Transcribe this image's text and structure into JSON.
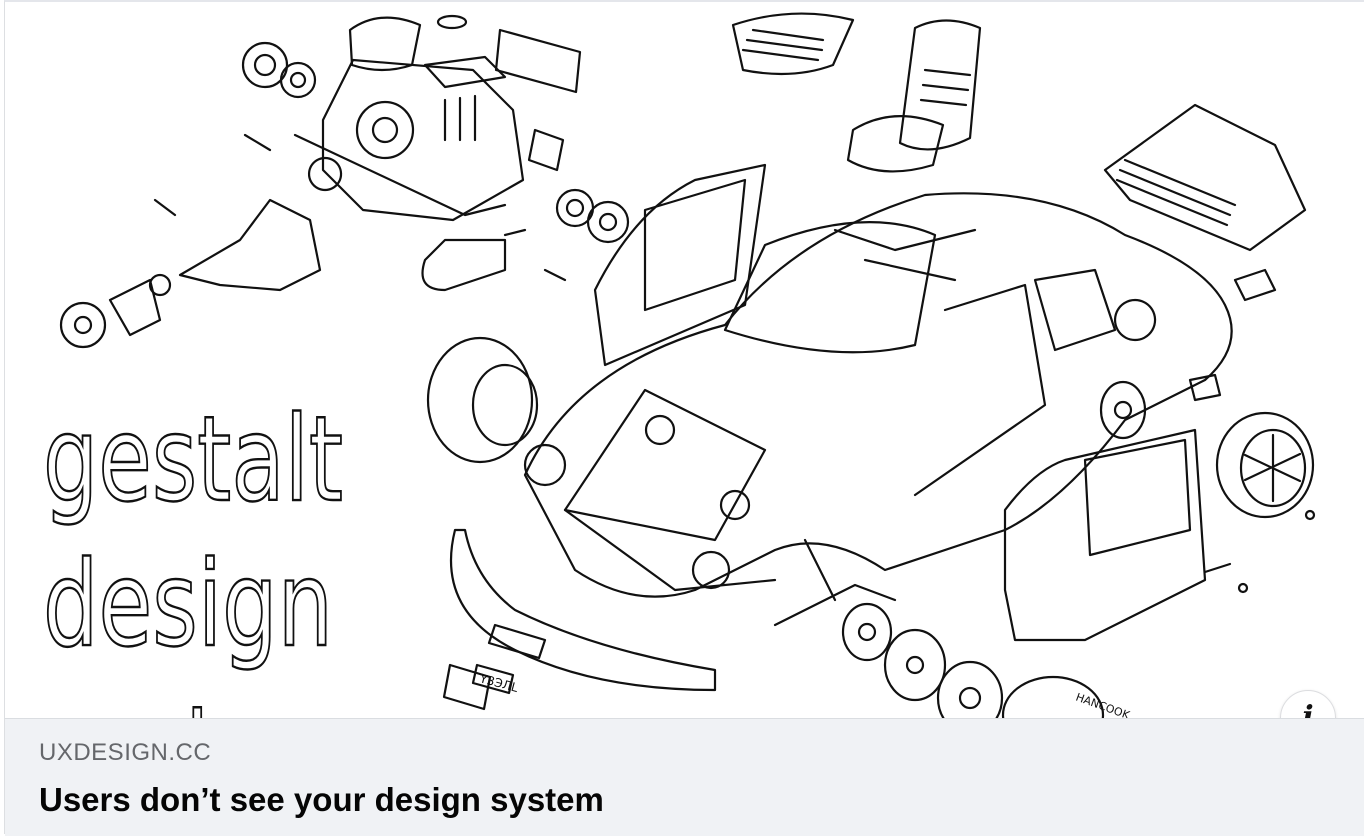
{
  "link_preview": {
    "domain": "UXDESIGN.CC",
    "title": "Users don’t see your design system",
    "image": {
      "overlay_lines": [
        "gestalt",
        "design",
        "systems"
      ],
      "plate_text": "Y3ЭЛL",
      "tire_text": "HANCOOK"
    },
    "info_button": {
      "icon": "info-icon",
      "glyph": "i"
    }
  },
  "colors": {
    "footer_bg": "#f0f2f5",
    "domain_text": "#65676b",
    "title_text": "#050505",
    "line_art": "#111111"
  }
}
